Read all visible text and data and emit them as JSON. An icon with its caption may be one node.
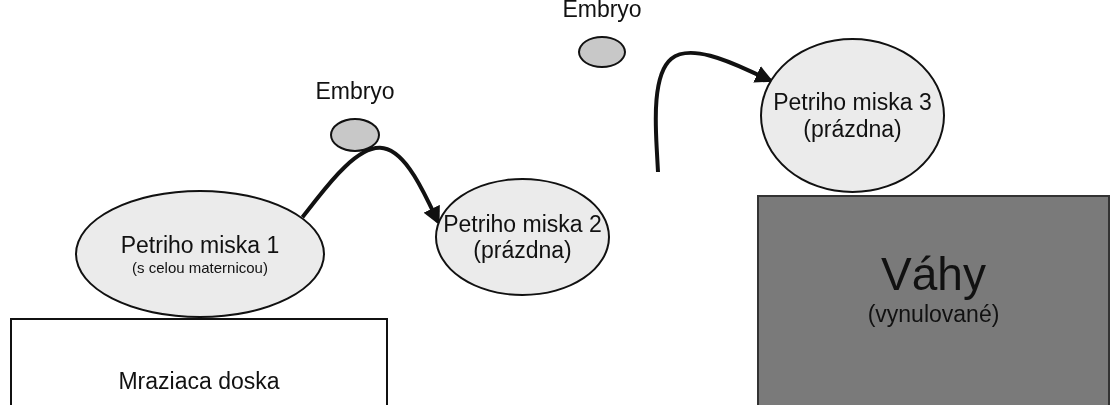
{
  "diagram": {
    "nodes": [
      {
        "text": [
          "Petriho miska 1",
          "(s celou maternicou)"
        ]
      },
      {
        "text": [
          "Mraziaca doska"
        ]
      },
      {
        "text": [
          "Embryo"
        ]
      },
      {
        "text": [
          "Petriho miska 2",
          "(prázdna)"
        ]
      },
      {
        "text": [
          "Embryo"
        ]
      },
      {
        "text": [
          "Petriho miska 3",
          "(prázdna)"
        ]
      },
      {
        "text": [
          "Váhy",
          "(vynulované)"
        ]
      }
    ],
    "edges": [
      {
        "from": 0,
        "to": 3,
        "arrow": "to"
      },
      {
        "from": null,
        "to": 5,
        "arrow": "to"
      }
    ]
  }
}
